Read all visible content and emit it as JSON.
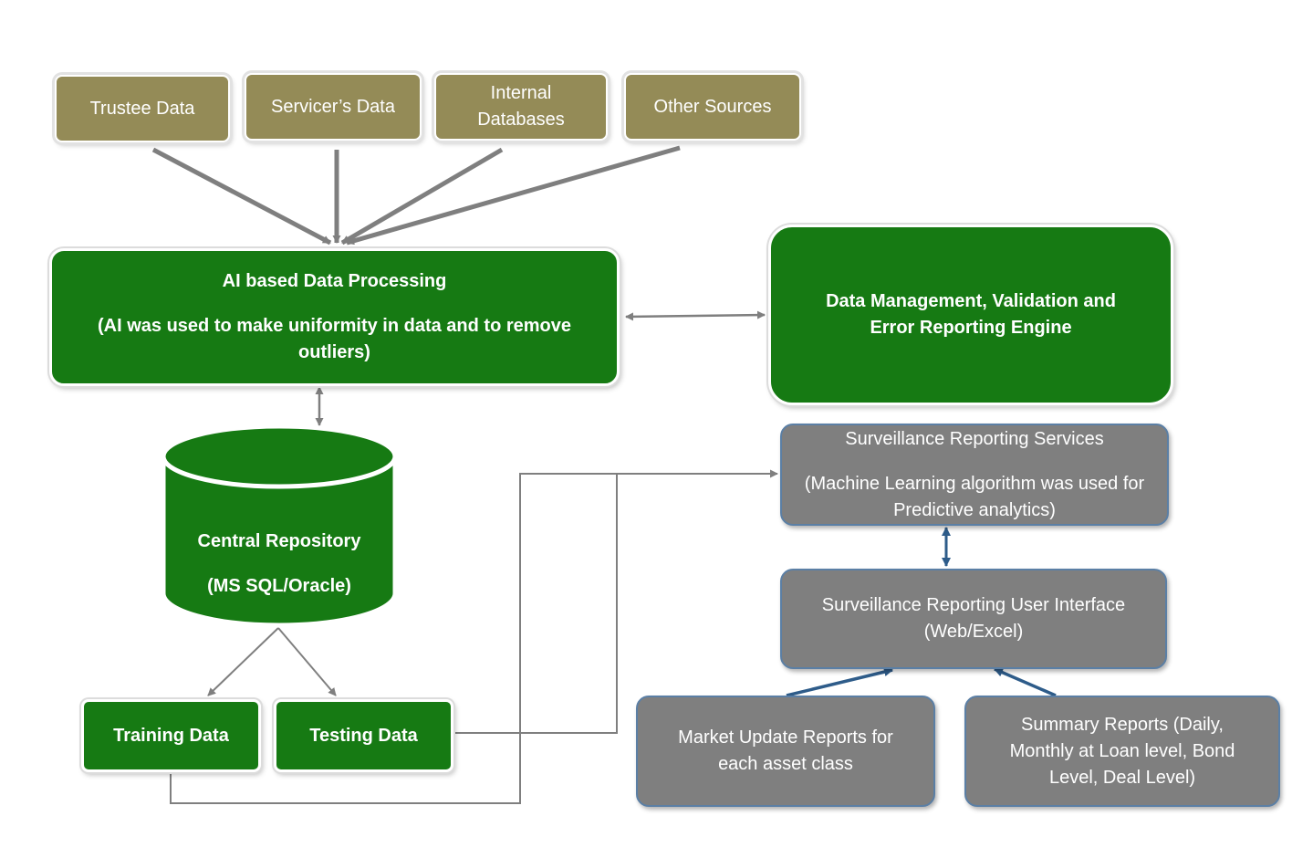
{
  "sources": [
    {
      "label": "Trustee Data"
    },
    {
      "label": "Servicer’s Data"
    },
    {
      "label": "Internal Databases"
    },
    {
      "label": "Other Sources"
    }
  ],
  "ai_processing": {
    "title": "AI based Data Processing",
    "note": "(AI was used to make uniformity in data and to remove outliers)"
  },
  "data_management": {
    "title": "Data Management, Validation and Error Reporting Engine"
  },
  "repository": {
    "title": "Central Repository",
    "subtitle": "(MS SQL/Oracle)"
  },
  "training": {
    "label": "Training Data"
  },
  "testing": {
    "label": "Testing Data"
  },
  "surveillance_services": {
    "title": "Surveillance Reporting Services",
    "note": "(Machine Learning algorithm was used for Predictive analytics)"
  },
  "surveillance_ui": {
    "title": "Surveillance Reporting User Interface (Web/Excel)"
  },
  "market_update": {
    "label": "Market Update Reports for each asset class"
  },
  "summary_reports": {
    "label": "Summary Reports (Daily, Monthly at Loan level, Bond Level, Deal Level)"
  },
  "colors": {
    "source_fill": "#948b57",
    "process_fill": "#167a13",
    "report_fill": "#7f7f7f",
    "report_border": "#5b7fa5",
    "connector_grey": "#7f7f7f",
    "connector_blue": "#2e5c8a"
  }
}
